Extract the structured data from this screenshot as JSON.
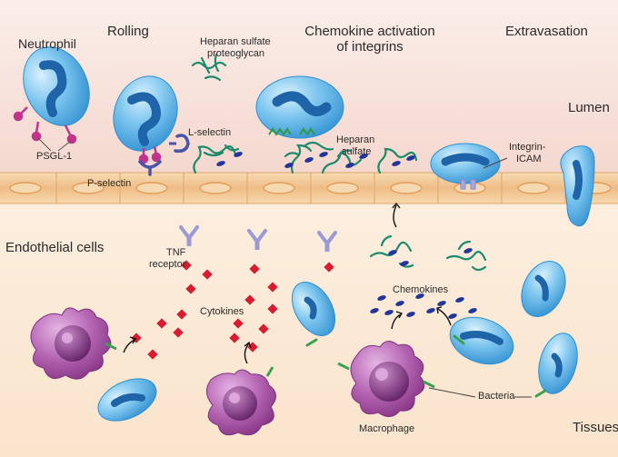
{
  "stages": {
    "rolling": "Rolling",
    "activation_line1": "Chemokine activation",
    "activation_line2": "of integrins",
    "extravasation": "Extravasation"
  },
  "regions": {
    "lumen": "Lumen",
    "endothelial": "Endothelial cells",
    "tissues": "Tissues"
  },
  "labels": {
    "neutrophil": "Neutrophil",
    "psgl1": "PSGL-1",
    "p_selectin": "P-selectin",
    "l_selectin": "L-selectin",
    "hspg_line1": "Heparan sulfate",
    "hspg_line2": "proteoglycan",
    "heparan_line1": "Heparan",
    "heparan_line2": "sulfate",
    "integrin_line1": "Integrin-",
    "integrin_line2": "ICAM",
    "tnf_line1": "TNF",
    "tnf_line2": "receptor",
    "cytokines": "Cytokines",
    "chemokines": "Chemokines",
    "bacteria": "Bacteria",
    "macrophage": "Macrophage"
  },
  "colors": {
    "lumen": "#f7e2dc",
    "tissue": "#fbe9d6",
    "endothelium": "#f2c998",
    "neutrophil": "#5fb3e6",
    "nucleus": "#1f64a8",
    "macrophage": "#a14ea0",
    "cytokine": "#d81b2e",
    "proteoglycan": "#1d8a6b",
    "chemokine": "#23349a",
    "selectin": "#5a63b0",
    "psgl": "#c2338a",
    "bacteria": "#3aa152"
  }
}
